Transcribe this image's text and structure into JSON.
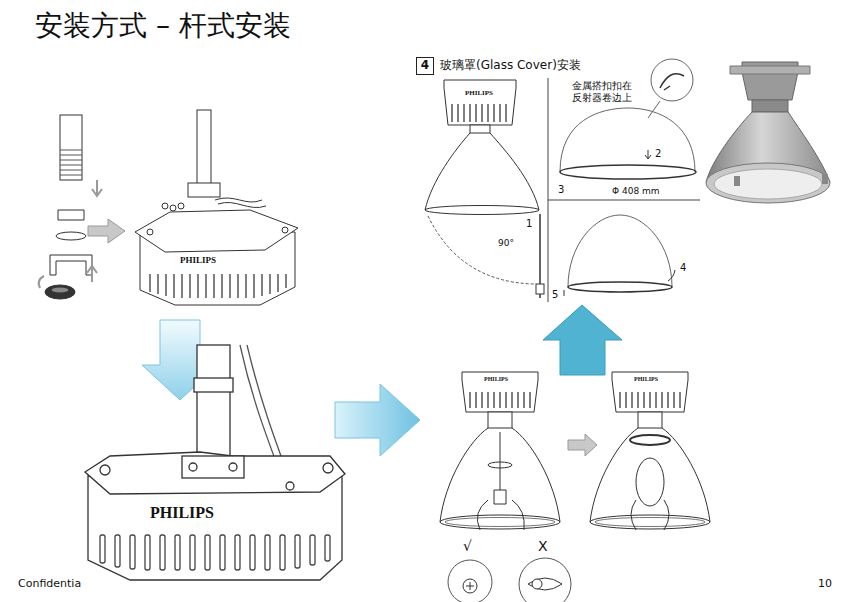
{
  "diagram": {
    "title": "安装方式 – 杆式安装",
    "nodes": [
      {
        "text": [
          "4"
        ]
      }
    ],
    "labels": [
      "玻璃罩(Glass Cover)安装",
      "金属搭扣扣在 反射器卷边上",
      "2",
      "Φ 408 mm",
      "3",
      "1",
      "90°",
      "4",
      "5",
      "PHILIPS",
      "PHILIPS",
      "PHILIPS",
      "PHILIPS",
      "PHILIPS",
      "√",
      "X",
      "Confidentia",
      "10"
    ]
  }
}
